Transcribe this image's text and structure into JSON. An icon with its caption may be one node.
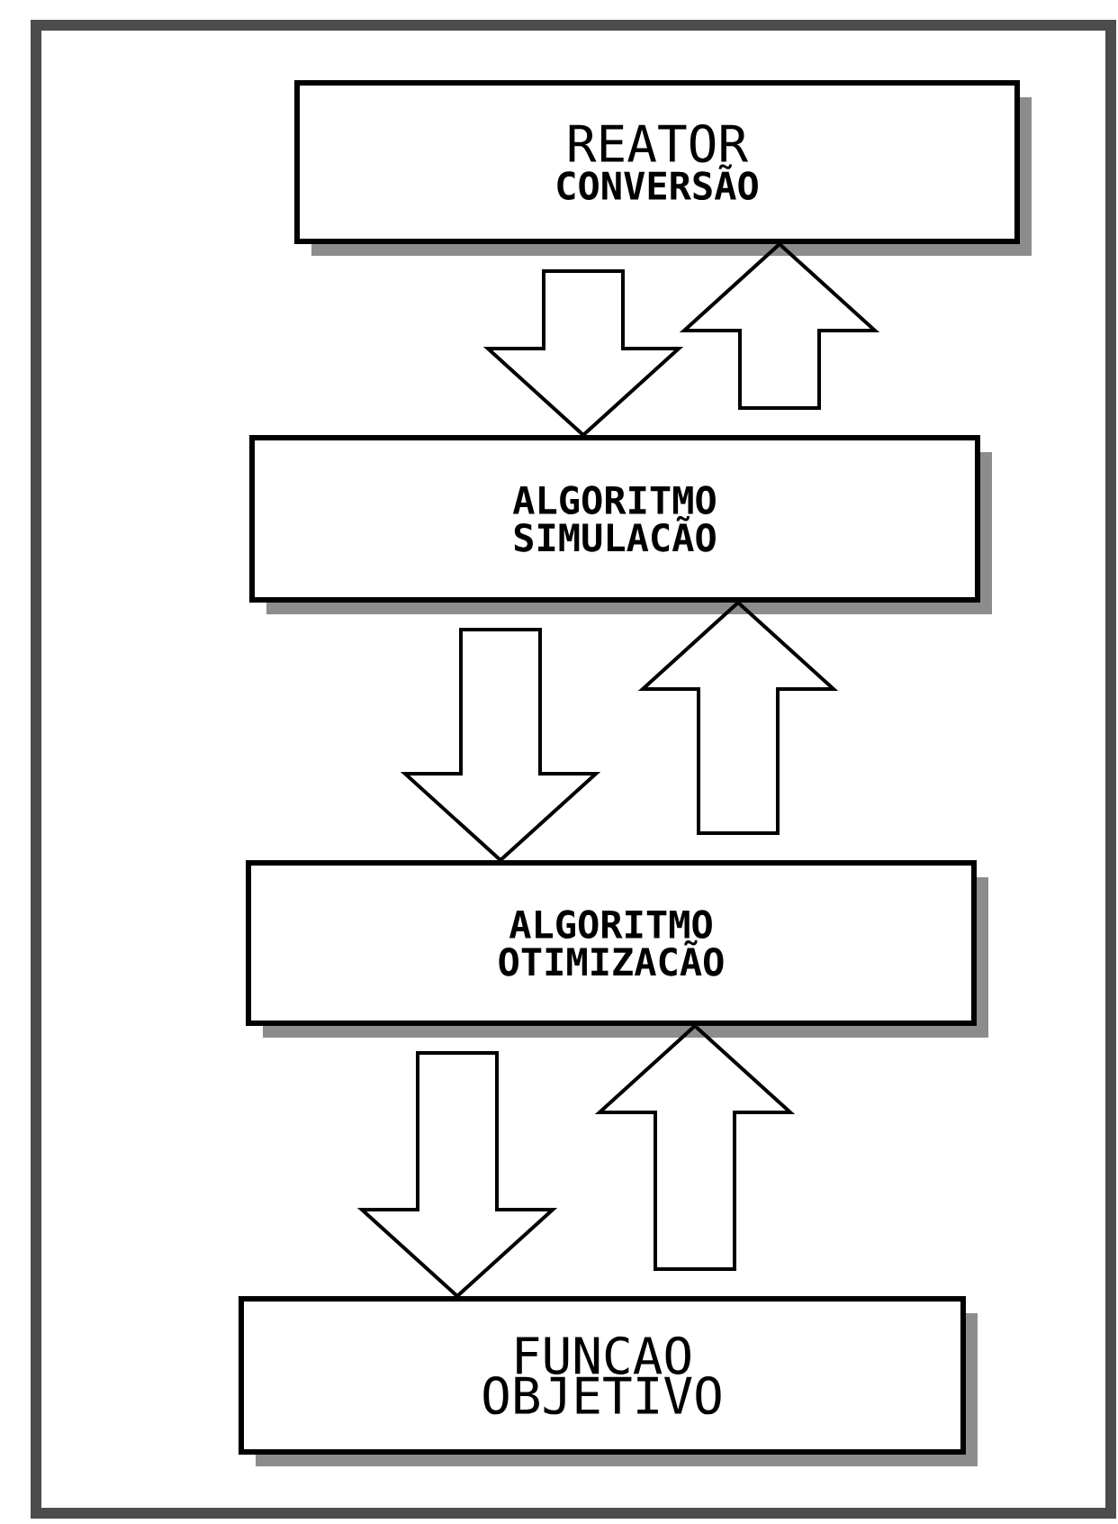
{
  "diagram": {
    "nodes": [
      {
        "text": [
          "REATOR",
          "CONVERSÃO"
        ]
      },
      {
        "text": [
          "ALGORITMO SIMULACÃO"
        ]
      },
      {
        "text": [
          "ALGORITMO OTIMIZACÃO"
        ]
      },
      {
        "text": [
          "FUNCAO OBJETIVO"
        ]
      }
    ],
    "edges": [
      {
        "from": 0,
        "to": 1,
        "arrow": "to"
      },
      {
        "from": 1,
        "to": 0,
        "arrow": "to"
      },
      {
        "from": 1,
        "to": 2,
        "arrow": "to"
      },
      {
        "from": 2,
        "to": 1,
        "arrow": "to"
      },
      {
        "from": 2,
        "to": 3,
        "arrow": "to"
      },
      {
        "from": 3,
        "to": 2,
        "arrow": "to"
      }
    ]
  }
}
